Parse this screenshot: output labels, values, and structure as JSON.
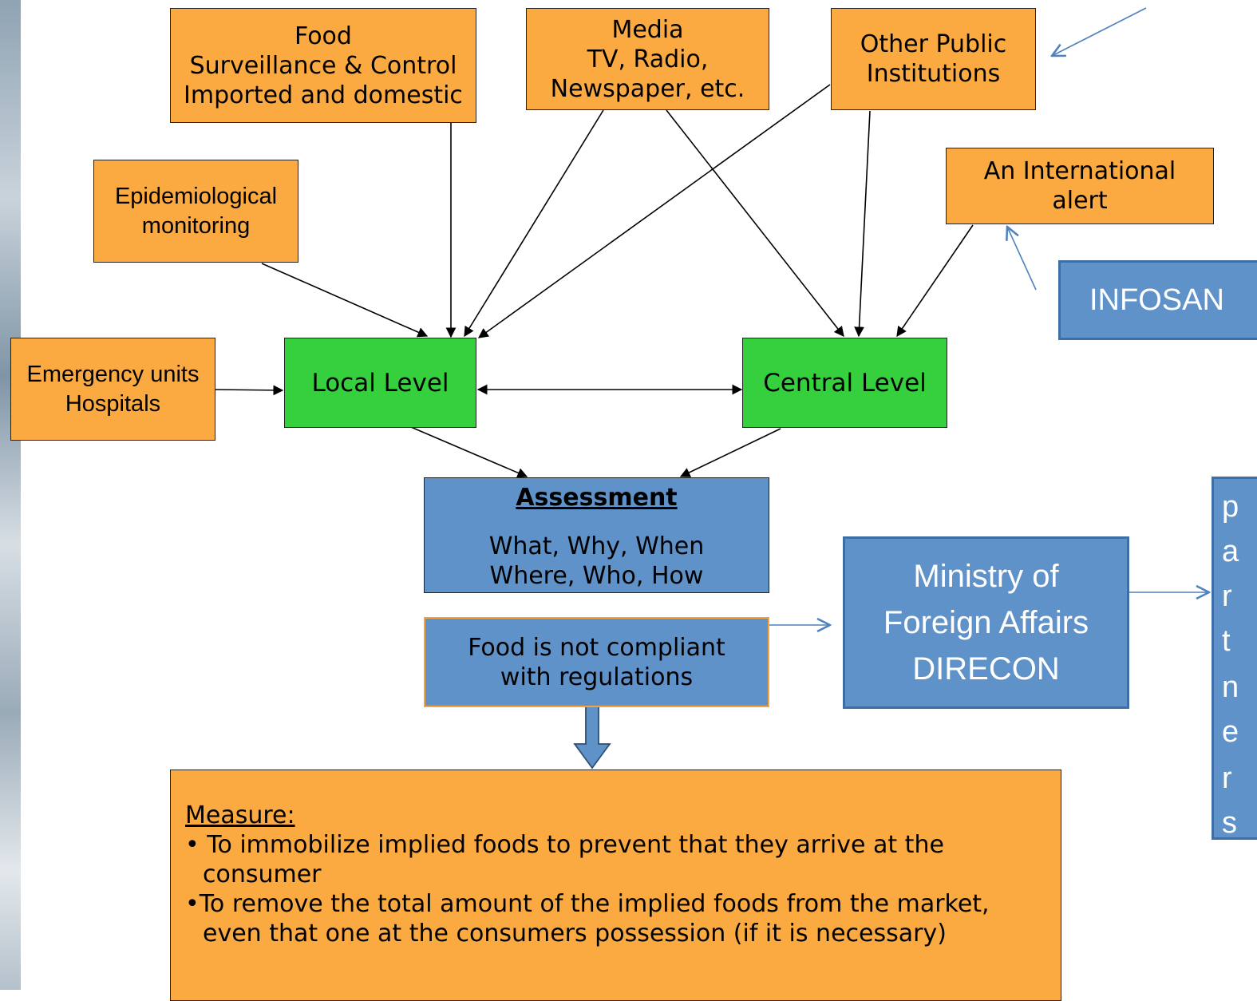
{
  "nodes": {
    "food_surveillance": {
      "lines": [
        "Food",
        "Surveillance & Control",
        "Imported and domestic"
      ]
    },
    "media": {
      "lines": [
        "Media",
        "TV, Radio,",
        "Newspaper, etc."
      ]
    },
    "other_public": {
      "lines": [
        "Other Public",
        "Institutions"
      ]
    },
    "epidemiological": {
      "lines": [
        "Epidemiological",
        "monitoring"
      ]
    },
    "international_alert": {
      "lines": [
        "An International",
        "alert"
      ]
    },
    "infosan": {
      "label": "INFOSAN"
    },
    "emergency_units": {
      "lines": [
        "Emergency units",
        "Hospitals"
      ]
    },
    "local_level": {
      "label": "Local Level"
    },
    "central_level": {
      "label": "Central Level"
    },
    "assessment": {
      "title": "Assessment",
      "lines": [
        "What, Why, When",
        "Where, Who, How"
      ]
    },
    "not_compliant": {
      "lines": [
        "Food is not compliant",
        "with regulations"
      ]
    },
    "ministry": {
      "lines": [
        "Ministry of",
        "Foreign Affairs",
        "DIRECON"
      ]
    },
    "partners": {
      "letters": [
        "p",
        "a",
        "r",
        "t",
        "n",
        "e",
        "r",
        "s"
      ]
    },
    "measure": {
      "title": "Measure:",
      "items": [
        "• To immobilize implied foods to prevent that they arrive at the consumer",
        "•To remove the total amount of the implied foods from the market, even that one at the consumers possession (if it is necessary)"
      ]
    }
  },
  "colors": {
    "orange": "#fbaa41",
    "green": "#36d03f",
    "blue": "#5f92c9",
    "blue_border": "#3d6ea6",
    "black_arrow": "#000000",
    "blue_arrow": "#4f81bd"
  }
}
